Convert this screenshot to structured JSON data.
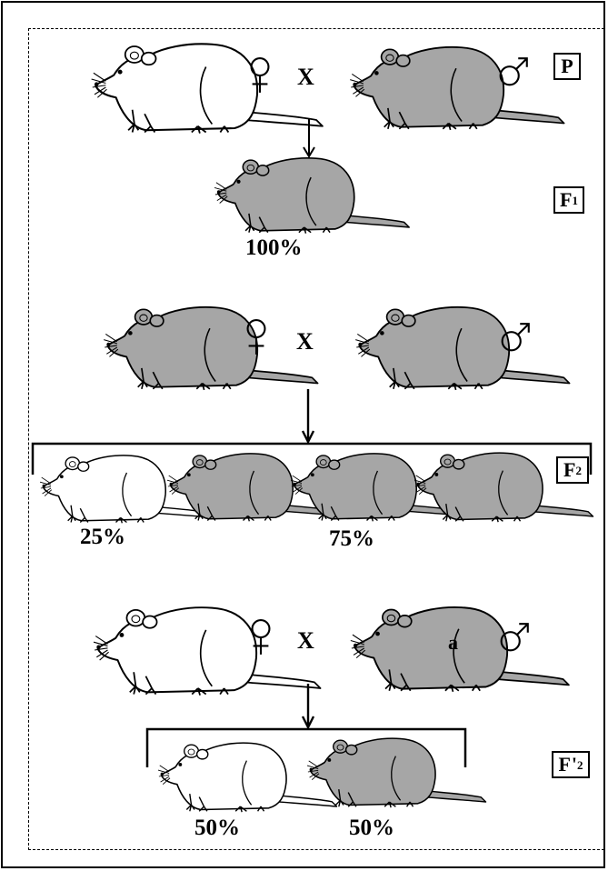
{
  "colors": {
    "dominant_grey": "#a6a6a6",
    "recessive_white": "#ffffff",
    "line": "#000000"
  },
  "icons": {
    "female": "female-symbol",
    "male": "male-symbol",
    "animal": "mouse-drawing"
  },
  "generations": {
    "p": {
      "label": "P"
    },
    "f1": {
      "label": "F",
      "sub": "1"
    },
    "f2": {
      "label": "F",
      "sub": "2"
    },
    "f2b": {
      "label": "F",
      "prime": "'",
      "sub": "2"
    }
  },
  "symbols": {
    "female": "♀",
    "male": "♂",
    "cross": "X"
  },
  "rows": {
    "p": {
      "female": "white",
      "male": "grey"
    },
    "f1": {
      "offspring": [
        {
          "color": "grey",
          "percent": "100%"
        }
      ]
    },
    "f1x": {
      "female": "grey",
      "male": "grey"
    },
    "f2": {
      "offspring": [
        "white",
        "grey",
        "grey",
        "grey"
      ],
      "percent_white": "25%",
      "percent_grey": "75%"
    },
    "bc": {
      "female": "white",
      "male": "grey",
      "male_mark": "a"
    },
    "f2b": {
      "offspring": [
        "white",
        "grey"
      ],
      "percent_white": "50%",
      "percent_grey": "50%"
    }
  }
}
